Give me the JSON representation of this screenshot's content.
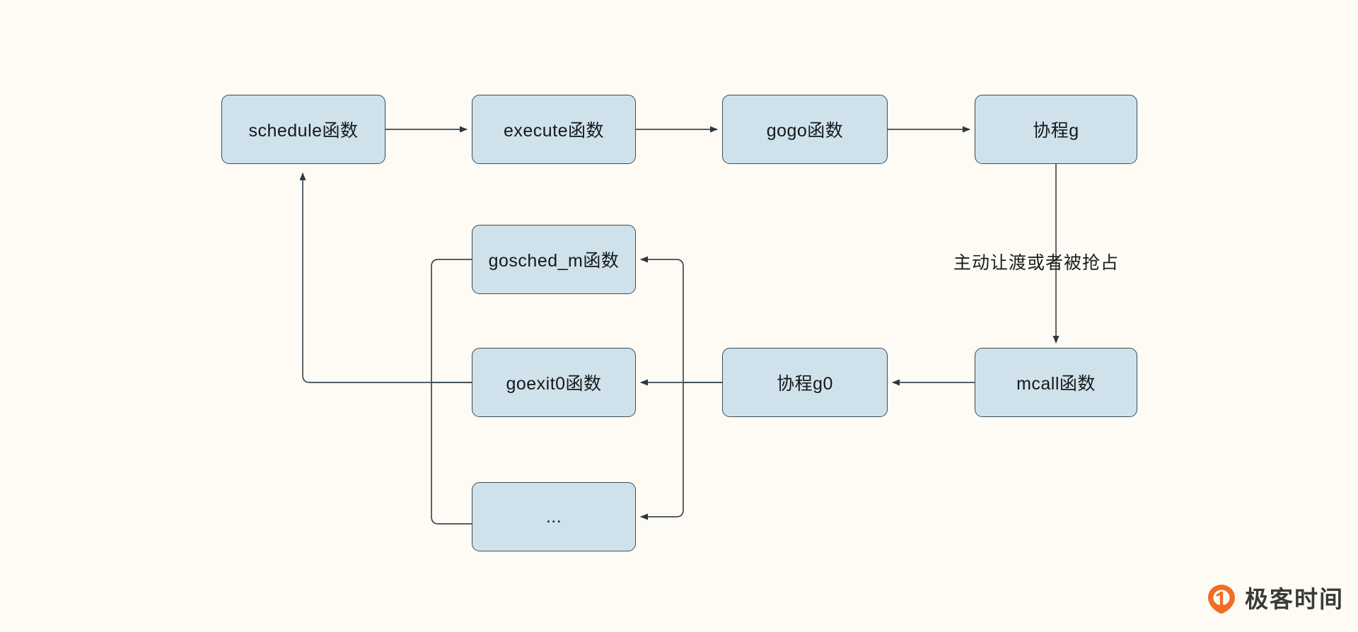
{
  "diagram": {
    "title": "Go scheduler goroutine switch flow",
    "background_color": "#fdfbf4",
    "node_fill": "#cfe2ec",
    "node_stroke": "#3f4a52",
    "edge_color": "#3f4a52",
    "nodes": [
      {
        "id": "schedule",
        "label": "schedule函数"
      },
      {
        "id": "execute",
        "label": "execute函数"
      },
      {
        "id": "gogo",
        "label": "gogo函数"
      },
      {
        "id": "g",
        "label": "协程g"
      },
      {
        "id": "gosched_m",
        "label": "gosched_m函数"
      },
      {
        "id": "goexit0",
        "label": "goexit0函数"
      },
      {
        "id": "ellipsis",
        "label": "..."
      },
      {
        "id": "g0",
        "label": "协程g0"
      },
      {
        "id": "mcall",
        "label": "mcall函数"
      }
    ],
    "edges": [
      {
        "from": "schedule",
        "to": "execute",
        "label": ""
      },
      {
        "from": "execute",
        "to": "gogo",
        "label": ""
      },
      {
        "from": "gogo",
        "to": "g",
        "label": ""
      },
      {
        "from": "g",
        "to": "mcall",
        "label": "主动让渡或者被抢占"
      },
      {
        "from": "mcall",
        "to": "g0",
        "label": ""
      },
      {
        "from": "g0",
        "to": "gosched_m",
        "label": ""
      },
      {
        "from": "g0",
        "to": "goexit0",
        "label": ""
      },
      {
        "from": "g0",
        "to": "ellipsis",
        "label": ""
      },
      {
        "from": "gosched_m",
        "to": "schedule",
        "label": ""
      },
      {
        "from": "goexit0",
        "to": "schedule",
        "label": ""
      },
      {
        "from": "ellipsis",
        "to": "schedule",
        "label": ""
      }
    ]
  },
  "watermark": {
    "brand": "极客时间",
    "mark_color": "#f06e24"
  }
}
